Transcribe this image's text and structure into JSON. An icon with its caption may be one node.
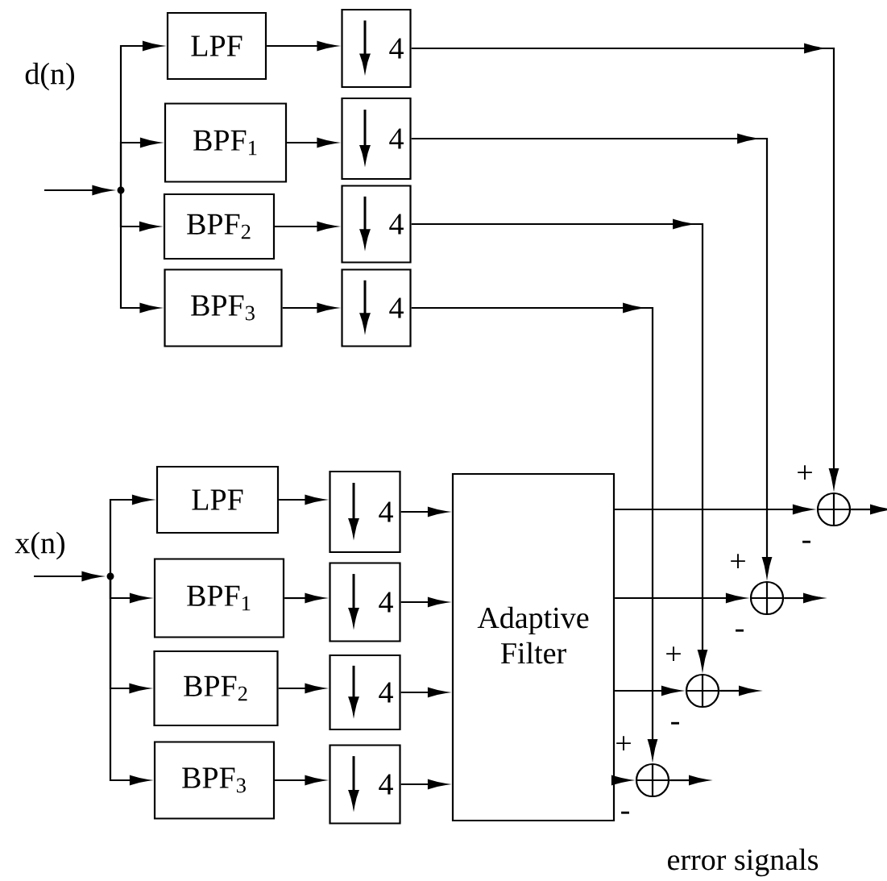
{
  "diagram": {
    "nodes": [
      {
        "text": [],
        "shape": "circle"
      },
      {
        "text": [
          "LPF"
        ]
      },
      {
        "text": [
          "BPF$_{1}$"
        ]
      },
      {
        "text": [
          "BPF$_{2}$"
        ]
      },
      {
        "text": [
          "BPF$_{3}$"
        ]
      },
      {
        "text": [
          "4"
        ]
      },
      {
        "text": [
          "4"
        ]
      },
      {
        "text": [
          "4"
        ]
      },
      {
        "text": [
          "4"
        ]
      },
      {
        "text": [],
        "shape": "circle"
      },
      {
        "text": [
          "LPF"
        ]
      },
      {
        "text": [
          "BPF$_{1}$"
        ]
      },
      {
        "text": [
          "BPF$_{2}$"
        ]
      },
      {
        "text": [
          "BPF$_{3}$"
        ]
      },
      {
        "text": [
          "4"
        ]
      },
      {
        "text": [
          "4"
        ]
      },
      {
        "text": [
          "4"
        ]
      },
      {
        "text": [
          "4"
        ]
      },
      {
        "text": [
          "Adaptive Filter"
        ]
      },
      {
        "text": [],
        "shape": "circle",
        "beside": [
          "+",
          "-"
        ]
      },
      {
        "text": [],
        "shape": "circle",
        "beside": [
          "+",
          "-"
        ]
      },
      {
        "text": [],
        "shape": "circle",
        "beside": [
          "+",
          "-"
        ]
      },
      {
        "text": [],
        "shape": "circle",
        "beside": [
          "+",
          "-"
        ]
      }
    ],
    "edges": [
      {
        "from": null,
        "to": 0,
        "arrow": "to"
      },
      {
        "from": 0,
        "to": 1,
        "arrow": "to"
      },
      {
        "from": 0,
        "to": 2,
        "arrow": "to"
      },
      {
        "from": 0,
        "to": 3,
        "arrow": "to"
      },
      {
        "from": 0,
        "to": 4,
        "arrow": "to"
      },
      {
        "from": 1,
        "to": 5,
        "arrow": "to"
      },
      {
        "from": 2,
        "to": 6,
        "arrow": "to"
      },
      {
        "from": 3,
        "to": 7,
        "arrow": "to"
      },
      {
        "from": 4,
        "to": 8,
        "arrow": "to"
      },
      {
        "from": 5,
        "to": 19,
        "arrow": "to"
      },
      {
        "from": 6,
        "to": 20,
        "arrow": "to"
      },
      {
        "from": 7,
        "to": 21,
        "arrow": "to"
      },
      {
        "from": 8,
        "to": 22,
        "arrow": "to"
      },
      {
        "from": null,
        "to": 9,
        "arrow": "to"
      },
      {
        "from": 9,
        "to": 10,
        "arrow": "to"
      },
      {
        "from": 9,
        "to": 11,
        "arrow": "to"
      },
      {
        "from": 9,
        "to": 12,
        "arrow": "to"
      },
      {
        "from": 9,
        "to": 13,
        "arrow": "to"
      },
      {
        "from": 10,
        "to": 14,
        "arrow": "to"
      },
      {
        "from": 11,
        "to": 15,
        "arrow": "to"
      },
      {
        "from": 12,
        "to": 16,
        "arrow": "to"
      },
      {
        "from": 13,
        "to": 17,
        "arrow": "to"
      },
      {
        "from": 14,
        "to": 18,
        "arrow": "to"
      },
      {
        "from": 15,
        "to": 18,
        "arrow": "to"
      },
      {
        "from": 16,
        "to": 18,
        "arrow": "to"
      },
      {
        "from": 17,
        "to": 18,
        "arrow": "to"
      },
      {
        "from": 18,
        "to": 19,
        "arrow": "to"
      },
      {
        "from": 18,
        "to": 20,
        "arrow": "to"
      },
      {
        "from": 18,
        "to": 21,
        "arrow": "to"
      },
      {
        "from": 18,
        "to": 22,
        "arrow": "to"
      },
      {
        "from": 19,
        "to": null,
        "arrow": "to"
      },
      {
        "from": 20,
        "to": null,
        "arrow": "to"
      },
      {
        "from": 21,
        "to": null,
        "arrow": "to"
      },
      {
        "from": 22,
        "to": null,
        "arrow": "to"
      }
    ],
    "labels": [
      "d(n)",
      "x(n)",
      "error signals"
    ]
  }
}
